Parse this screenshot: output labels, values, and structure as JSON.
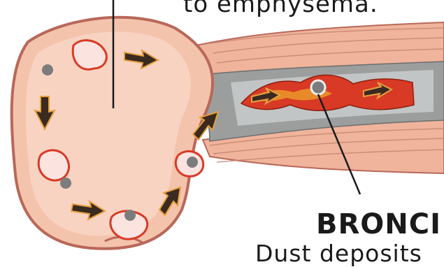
{
  "labels": {
    "top_caption": "to emphysema.",
    "bronchiole_label": "BRONCI",
    "bottom_caption": "Dust deposits"
  },
  "colors": {
    "alveolus_fill": "#f4c3ac",
    "alveolus_edge": "#b8685a",
    "airway_fill": "#efb49b",
    "airway_stripe": "#c7826f",
    "lumen_gray": "#9c9e9e",
    "lumen_light": "#d3d5d5",
    "damage_red": "#d83a25",
    "damage_orange": "#e88a2a",
    "dust_gray": "#7c7c7c",
    "arrow_orange": "#e6a040",
    "arrow_dark": "#3a2a20"
  },
  "icons": [
    "dust-particle-icon",
    "macrophage-cell-icon",
    "airflow-arrow-icon"
  ]
}
